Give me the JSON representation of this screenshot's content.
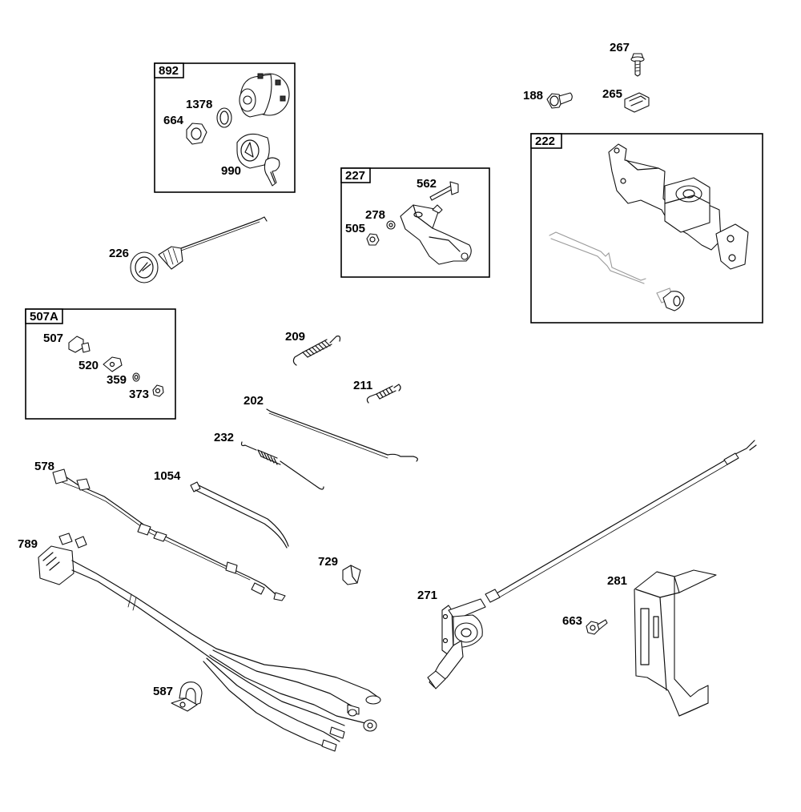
{
  "diagram": {
    "groups": [
      {
        "id": "892",
        "label": "892"
      },
      {
        "id": "227",
        "label": "227"
      },
      {
        "id": "222",
        "label": "222"
      },
      {
        "id": "507A",
        "label": "507A"
      }
    ],
    "callouts": {
      "p267": "267",
      "p188": "188",
      "p265": "265",
      "p1378": "1378",
      "p664": "664",
      "p990": "990",
      "p562": "562",
      "p278": "278",
      "p505": "505",
      "p226": "226",
      "p507": "507",
      "p520": "520",
      "p359": "359",
      "p373": "373",
      "p209": "209",
      "p211": "211",
      "p202": "202",
      "p232": "232",
      "p578": "578",
      "p1054": "1054",
      "p789": "789",
      "p729": "729",
      "p271": "271",
      "p281": "281",
      "p663": "663",
      "p587": "587"
    }
  }
}
